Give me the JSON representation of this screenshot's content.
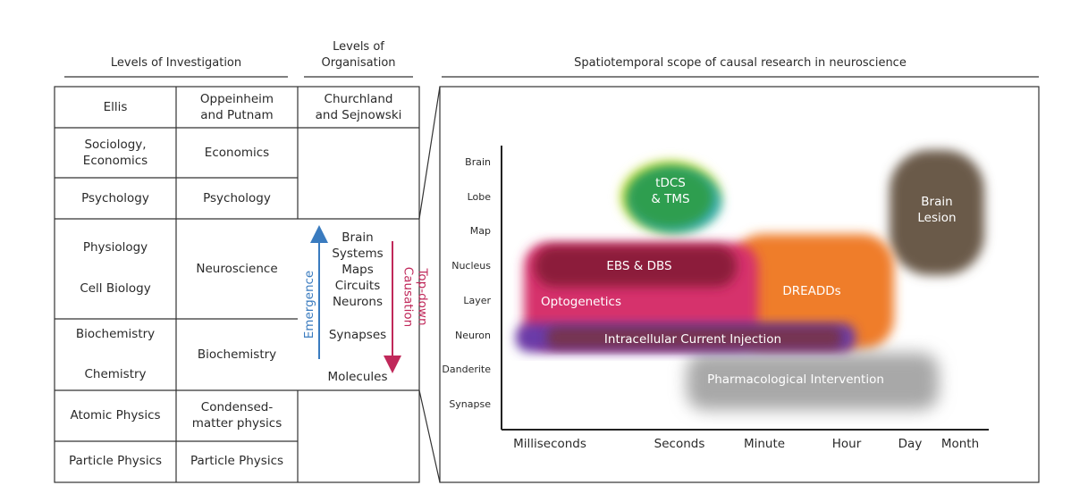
{
  "headers": {
    "investigation": "Levels of Investigation",
    "organisation_line1": "Levels of",
    "organisation_line2": "Organisation",
    "scope": "Spatiotemporal scope of causal research in neuroscience"
  },
  "table": {
    "col1": [
      "Ellis",
      "Sociology,\nEconomics",
      "Psychology",
      "Physiology",
      "Cell Biology",
      "Biochemistry",
      "Chemistry",
      "Atomic Physics",
      "Particle Physics"
    ],
    "col2": [
      "Oppeinheim\nand Putnam",
      "Economics",
      "Psychology",
      "Neuroscience",
      "Biochemistry",
      "Condensed-\nmatter physics",
      "Particle Physics"
    ],
    "col3_header": "Churchland\nand Sejnowski"
  },
  "levels": [
    "Brain",
    "Systems",
    "Maps",
    "Circuits",
    "Neurons",
    "Synapses",
    "Molecules"
  ],
  "arrows": {
    "emergence": "Emergence",
    "topdown_line1": "Top-down",
    "topdown_line2": "Causation",
    "emergence_color": "#3a7bbf",
    "topdown_color": "#c0285a"
  },
  "chart_data": {
    "type": "scatter",
    "title": "Spatiotemporal scope of causal research in neuroscience",
    "y_ticks": [
      "Brain",
      "Lobe",
      "Map",
      "Nucleus",
      "Layer",
      "Neuron",
      "Danderite",
      "Synapse"
    ],
    "x_ticks": [
      "Milliseconds",
      "Seconds",
      "Minute",
      "Hour",
      "Day",
      "Month"
    ],
    "regions": [
      {
        "label": "tDCS\n& TMS",
        "color": "#2e9e4f"
      },
      {
        "label": "Brain\nLesion",
        "color": "#6b5a4a"
      },
      {
        "label": "EBS & DBS",
        "color": "#8c1f3a"
      },
      {
        "label": "Optogenetics",
        "color": "#d6336c"
      },
      {
        "label": "DREADDs",
        "color": "#ef7d2a"
      },
      {
        "label": "Intracellular Current Injection",
        "color": "#6a3aa8"
      },
      {
        "label": "Pharmacological Intervention",
        "color": "#a8a8a8"
      }
    ]
  }
}
